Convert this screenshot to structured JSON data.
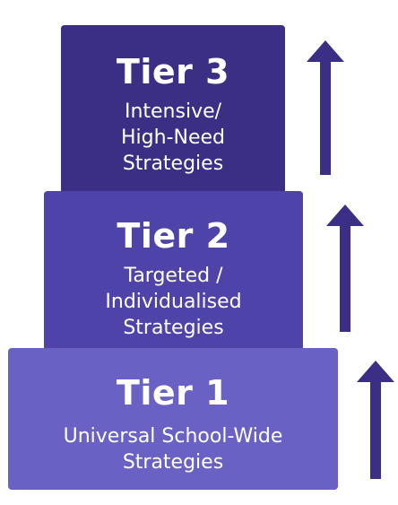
{
  "colors": {
    "tier3": "#3a2f84",
    "tier2": "#4d43a8",
    "tier1": "#6962c4",
    "arrow": "#3a2f84"
  },
  "tiers": [
    {
      "title": "Tier 3",
      "description": "Intensive/\nHigh-Need\nStrategies"
    },
    {
      "title": "Tier 2",
      "description": "Targeted /\nIndividualised\nStrategies"
    },
    {
      "title": "Tier 1",
      "description": "Universal School-Wide\nStrategies"
    }
  ],
  "arrows": [
    {
      "icon": "arrow-up-icon"
    },
    {
      "icon": "arrow-up-icon"
    },
    {
      "icon": "arrow-up-icon"
    }
  ]
}
